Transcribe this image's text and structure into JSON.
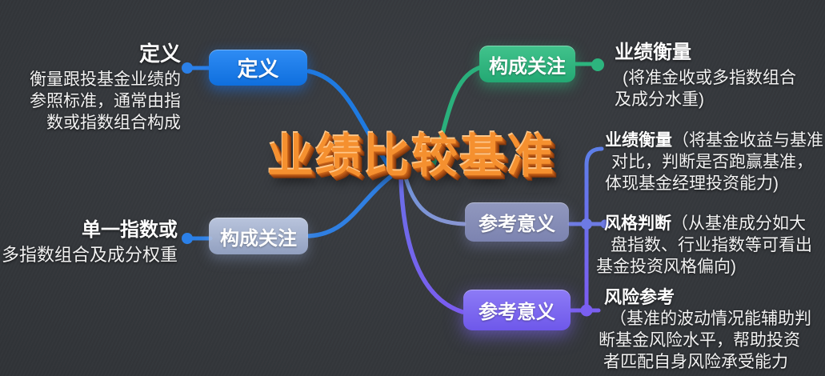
{
  "title": "业绩比较基准",
  "colors": {
    "background": "#34373b",
    "title_orange": "#f5902f",
    "node_blue": "#1677e8",
    "node_green": "#2eb47d",
    "node_pale_blue": "#aab9dd",
    "node_lavender": "#9199cb",
    "node_purple": "#7a64f0",
    "wire_blue": "#2b80e8",
    "wire_green": "#2bb17c",
    "wire_purple": "#7b5ef0",
    "text": "#f2f2f2"
  },
  "branches": {
    "left_top": {
      "button": "定义",
      "heading": "定义",
      "lines": [
        "衡量跟投基金业绩的",
        "参照标准，通常由指",
        "数或指数组合构成"
      ]
    },
    "left_bottom": {
      "button": "构成关注",
      "heading": "单一指数或",
      "lines": [
        "多指数组合及成分权重"
      ]
    },
    "right_top": {
      "button": "构成关注",
      "heading": "业绩衡量",
      "lines": [
        "(将准金收或多指数组合",
        "及成分水重)"
      ]
    },
    "right_mid": {
      "button": "参考意义",
      "items": [
        {
          "heading": "业绩衡量",
          "inline": "（将基金收益与基准",
          "lines": [
            "对比，判断是否跑赢基准，",
            "体现基金经理投资能力)"
          ]
        },
        {
          "heading": "风格判断",
          "inline": "（从基准成分如大",
          "lines": [
            "盘指数、行业指数等可看出",
            "基金投资风格偏向)"
          ]
        }
      ]
    },
    "right_bottom": {
      "button": "参考意义",
      "heading": "风险参考",
      "lines": [
        "（基准的波动情况能辅助判",
        "断基金风险水平，帮助投资",
        "者匹配自身风险承受能力"
      ]
    }
  }
}
